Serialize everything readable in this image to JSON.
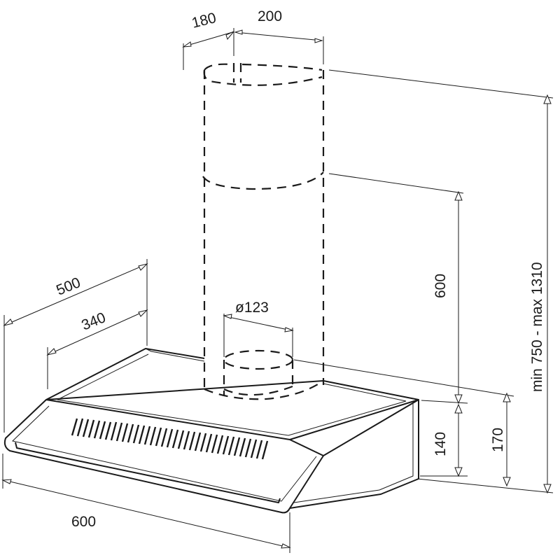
{
  "diagram": {
    "dimensions": {
      "chimney_depth": "180",
      "chimney_width": "200",
      "outlet_diameter": "ø123",
      "depth_total": "500",
      "depth_inner": "340",
      "chimney_section": "600",
      "hood_front_height": "140",
      "hood_back_height": "170",
      "total_height_range": "min 750 - max 1310",
      "hood_width": "600"
    }
  }
}
